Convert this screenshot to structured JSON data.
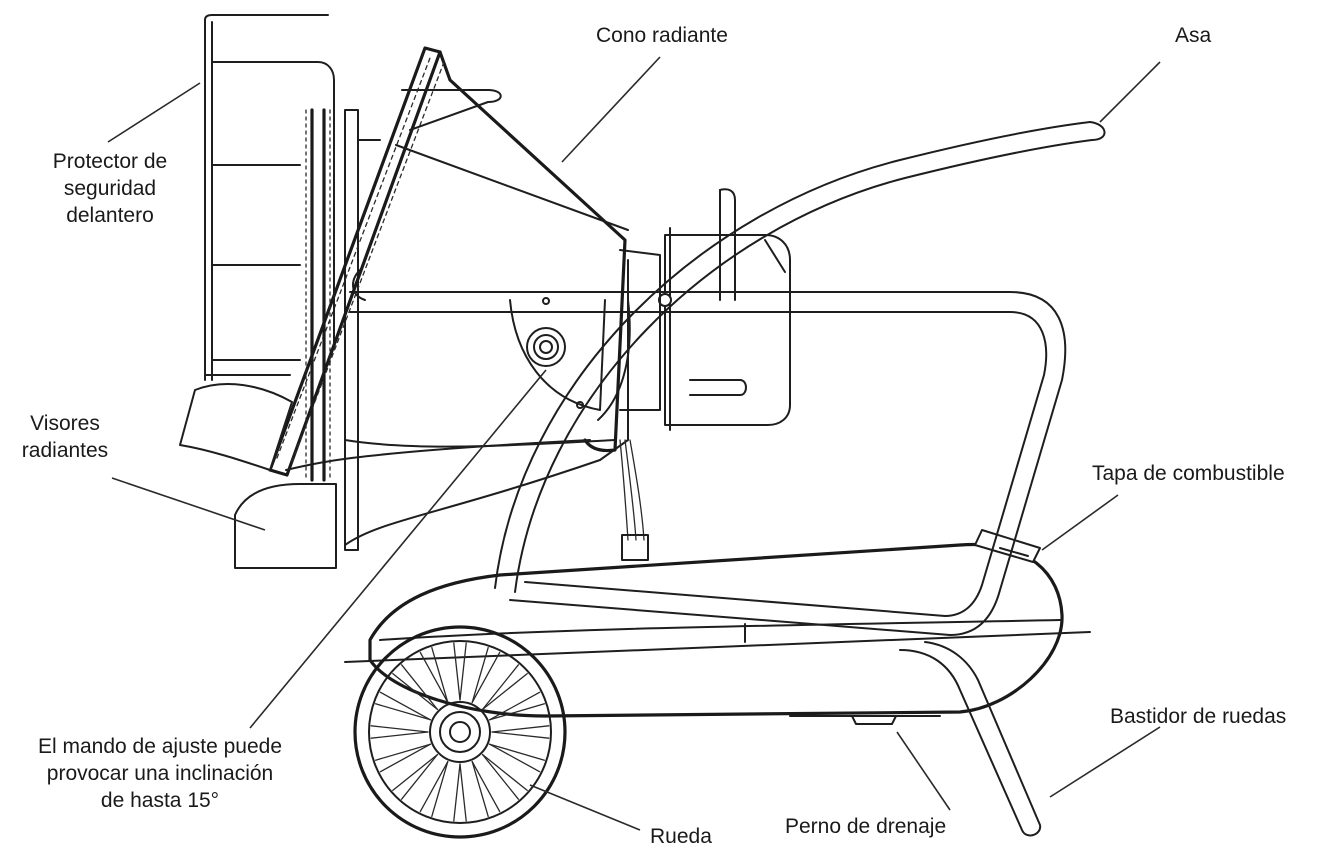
{
  "labels": {
    "front_guard": [
      "Protector de",
      "seguridad",
      "delantero"
    ],
    "radiant_cone": "Cono radiante",
    "handle": "Asa",
    "radiant_visors": [
      "Visores",
      "radiantes"
    ],
    "fuel_cap": "Tapa de combustible",
    "wheel_frame": "Bastidor de ruedas",
    "adjust_knob": [
      "El mando de ajuste puede",
      "provocar una inclinación",
      "de hasta 15°"
    ],
    "wheel": "Rueda",
    "drain_bolt": "Perno de drenaje"
  }
}
